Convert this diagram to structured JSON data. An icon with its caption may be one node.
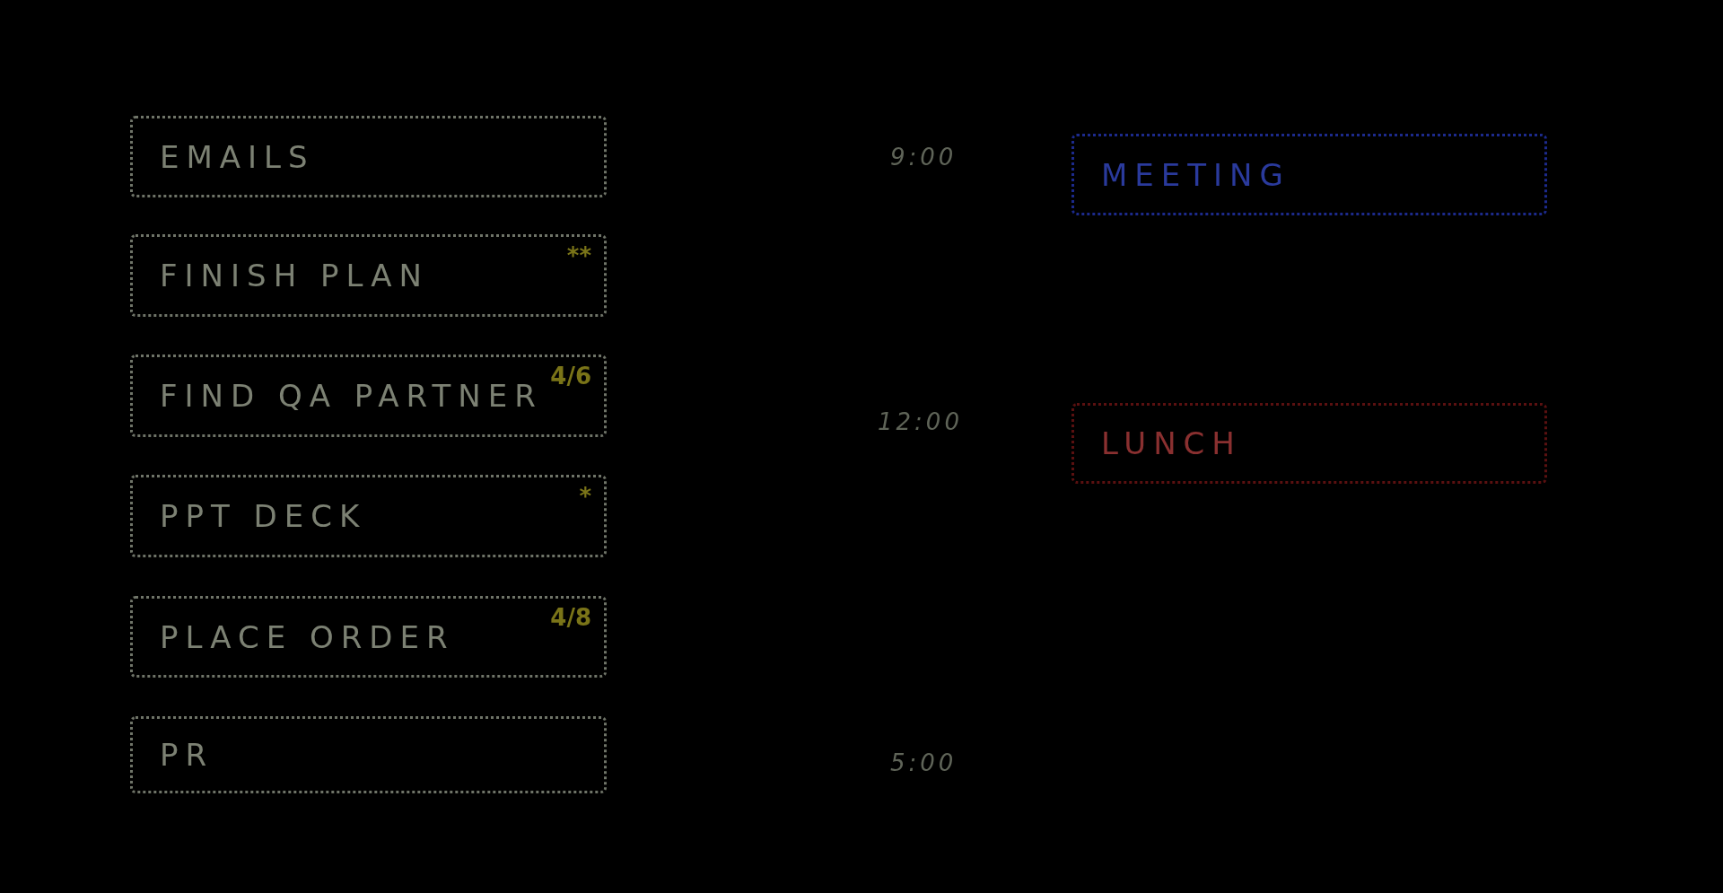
{
  "diagram": {
    "nodes": [
      {
        "text": [
          "EMAILS"
        ]
      },
      {
        "text": [
          "FINISH PLAN",
          "**"
        ]
      },
      {
        "text": [
          "FIND QA PARTNER",
          "4/6"
        ]
      },
      {
        "text": [
          "PPT DECK",
          "*"
        ]
      },
      {
        "text": [
          "PLACE ORDER",
          "4/8"
        ]
      },
      {
        "text": [
          "PR"
        ]
      },
      {
        "text": [
          "MEETING"
        ]
      },
      {
        "text": [
          "LUNCH"
        ]
      }
    ],
    "edges": [],
    "labels": [
      "9:00",
      "12:00",
      "5:00"
    ]
  }
}
